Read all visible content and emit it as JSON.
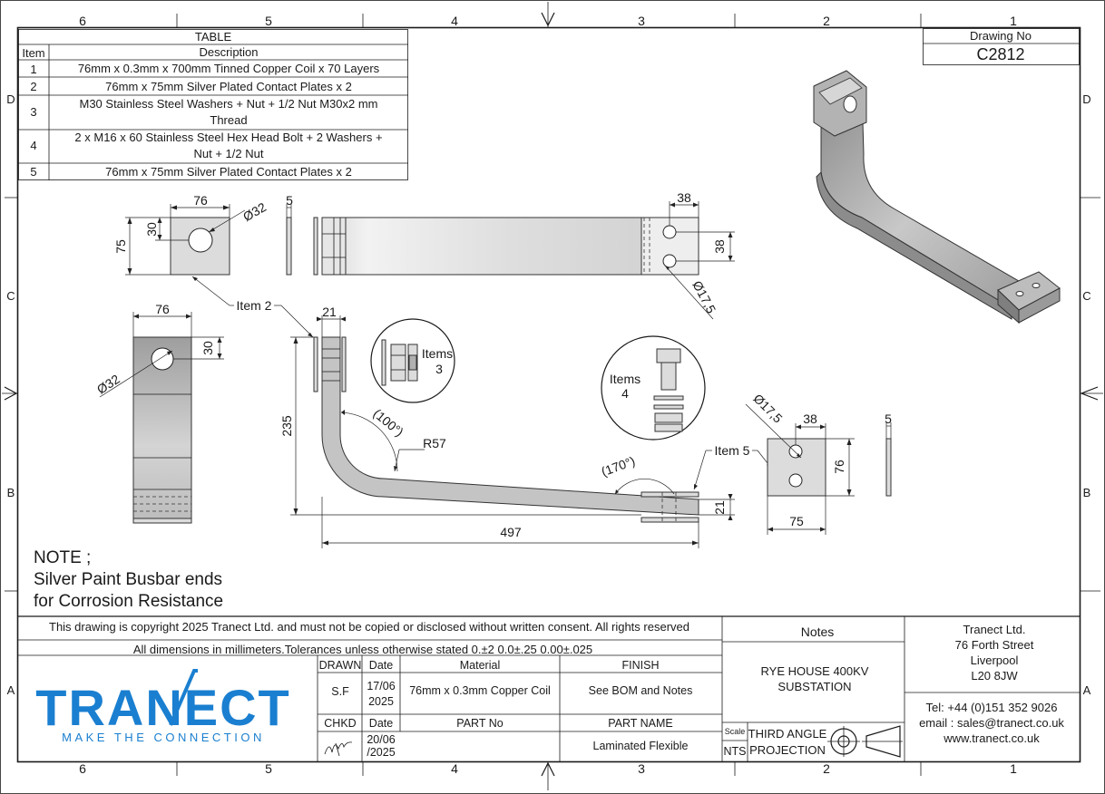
{
  "border": {
    "top_zones": [
      "6",
      "5",
      "4",
      "3",
      "2",
      "1"
    ],
    "bottom_zones": [
      "6",
      "5",
      "4",
      "3",
      "2",
      "1"
    ],
    "left_zones": [
      "D",
      "C",
      "B",
      "A"
    ],
    "right_zones": [
      "D",
      "C",
      "B",
      "A"
    ]
  },
  "bom": {
    "title": "TABLE",
    "col_item": "Item",
    "col_desc": "Description",
    "rows": [
      {
        "item": "1",
        "desc": [
          "76mm x 0.3mm x 700mm Tinned Copper Coil x 70 Layers"
        ]
      },
      {
        "item": "2",
        "desc": [
          "76mm x 75mm Silver Plated Contact Plates x 2"
        ]
      },
      {
        "item": "3",
        "desc": [
          "M30 Stainless Steel Washers + Nut +  1/2 Nut  M30x2 mm",
          "Thread"
        ]
      },
      {
        "item": "4",
        "desc": [
          "2 x M16 x 60 Stainless Steel Hex Head Bolt + 2 Washers +",
          "Nut + 1/2 Nut"
        ]
      },
      {
        "item": "5",
        "desc": [
          "76mm x 75mm Silver Plated Contact Plates x 2"
        ]
      }
    ]
  },
  "drawing_no": {
    "label": "Drawing No",
    "value": "C2812"
  },
  "dimensions": {
    "plate_top_width": "76",
    "plate_top_height": "75",
    "plate_top_hole_offset": "30",
    "plate_top_hole_dia": "Ø32",
    "plate_thickness": "5",
    "strip_end_hole_pitch": "38",
    "strip_end_hole_offset": "38",
    "strip_end_hole_dia": "Ø17,5",
    "left_view_width": "76",
    "left_view_hole_offset": "30",
    "left_view_hole_dia": "Ø32",
    "bend_plate_thickness": "21",
    "height_235": "235",
    "angle_100": "(100°)",
    "radius": "R57",
    "angle_170": "(170°)",
    "end_thickness": "21",
    "length_497": "497",
    "right_plate_hole_dia": "Ø17,5",
    "right_plate_hole_pitch": "38",
    "right_plate_height": "76",
    "right_plate_width": "75",
    "right_plate_thickness": "5"
  },
  "callouts": {
    "item2": "Item 2",
    "item5": "Item 5",
    "items3_a": "Items",
    "items3_b": "3",
    "items4_a": "Items",
    "items4_b": "4"
  },
  "note": {
    "line1": "NOTE ;",
    "line2": "Silver Paint Busbar ends",
    "line3": "for Corrosion Resistance"
  },
  "title_block": {
    "copyright": "This drawing is copyright 2025 Tranect Ltd. and must not be copied or disclosed without written consent. All rights reserved",
    "tolerances": "All dimensions in millimeters.Tolerances unless otherwise stated 0.±2   0.0±.25   0.00±.025",
    "notes_label": "Notes",
    "project_line1": "RYE HOUSE 400KV",
    "project_line2": "SUBSTATION",
    "company_line1": "Tranect Ltd.",
    "company_line2": "76 Forth Street",
    "company_line3": "Liverpool",
    "company_line4": "L20 8JW",
    "tel": "Tel: +44 (0)151 352 9026",
    "email": "email : sales@tranect.co.uk",
    "web": "www.tranect.co.uk",
    "drawn_label": "DRAWN",
    "date_label": "Date",
    "material_label": "Material",
    "finish_label": "FINISH",
    "drawn_value": "S.F",
    "drawn_date_1": "17/06",
    "drawn_date_2": "2025",
    "material_value": "76mm x 0.3mm Copper Coil",
    "finish_value": "See BOM and Notes",
    "chkd_label": "CHKD",
    "chkd_date_label": "Date",
    "part_no_label": "PART No",
    "part_name_label": "PART NAME",
    "chkd_date_1": "20/06",
    "chkd_date_2": "/2025",
    "part_name_value": "Laminated Flexible",
    "scale_label": "Scale",
    "scale_value": "NTS",
    "projection_1": "THIRD ANGLE",
    "projection_2": "PROJECTION"
  },
  "logo": {
    "text": "TRANECT",
    "tagline": "MAKE THE CONNECTION",
    "color": "#1a7fd0"
  }
}
